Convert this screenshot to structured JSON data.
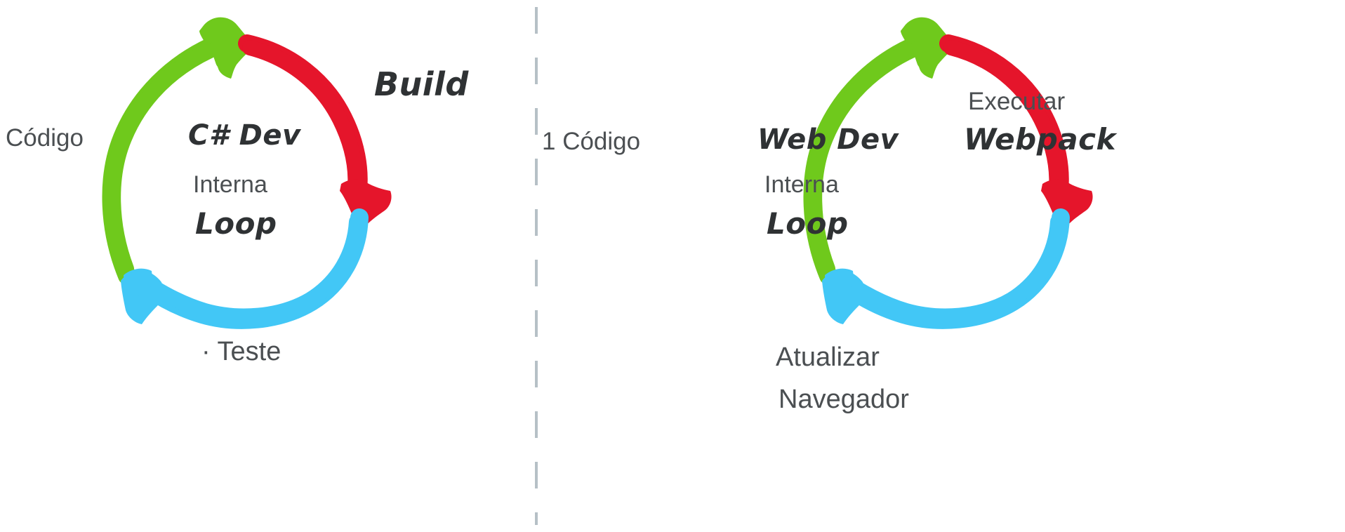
{
  "image": {
    "kind": "hand-drawn-cycle-diagram",
    "background": "#ffffff",
    "panels": 2
  },
  "colors": {
    "green": "#6fc91c",
    "red": "#e5152b",
    "cyan": "#42c7f6",
    "text_gray": "#4b4f52",
    "text_dark": "#2f3234",
    "divider": "#b6c0c6"
  },
  "divider": {
    "style": "vertical-dashed-line"
  },
  "left_panel": {
    "center": {
      "line1": "C# Dev",
      "line2": "Interna",
      "line3": "Loop"
    },
    "labels": {
      "left": "Código",
      "right": "Build",
      "bottom_mark": "·",
      "bottom": "Teste"
    },
    "arcs": [
      {
        "name": "green-arrow-code",
        "color": "#6fc91c",
        "label": "Código",
        "from_deg": 200,
        "to_deg": 352
      },
      {
        "name": "red-arrow-build",
        "color": "#e5152b",
        "label": "Build",
        "from_deg": 352,
        "to_deg": 88
      },
      {
        "name": "cyan-arrow-test",
        "color": "#42c7f6",
        "label": "Teste",
        "from_deg": 88,
        "to_deg": 200
      }
    ]
  },
  "right_panel": {
    "center": {
      "line1": "Web Dev",
      "line2": "Interna",
      "line3": "Loop"
    },
    "labels": {
      "left": "1 Código",
      "right_line1": "Executar",
      "right_line2": "Webpack",
      "bottom_line1": "Atualizar",
      "bottom_line2": "Navegador"
    },
    "arcs": [
      {
        "name": "green-arrow-code",
        "color": "#6fc91c",
        "label": "1 Código",
        "from_deg": 200,
        "to_deg": 352
      },
      {
        "name": "red-arrow-webpack",
        "color": "#e5152b",
        "label": "Executar Webpack",
        "from_deg": 352,
        "to_deg": 88
      },
      {
        "name": "cyan-arrow-browser",
        "color": "#42c7f6",
        "label": "Atualizar Navegador",
        "from_deg": 88,
        "to_deg": 200
      }
    ]
  }
}
